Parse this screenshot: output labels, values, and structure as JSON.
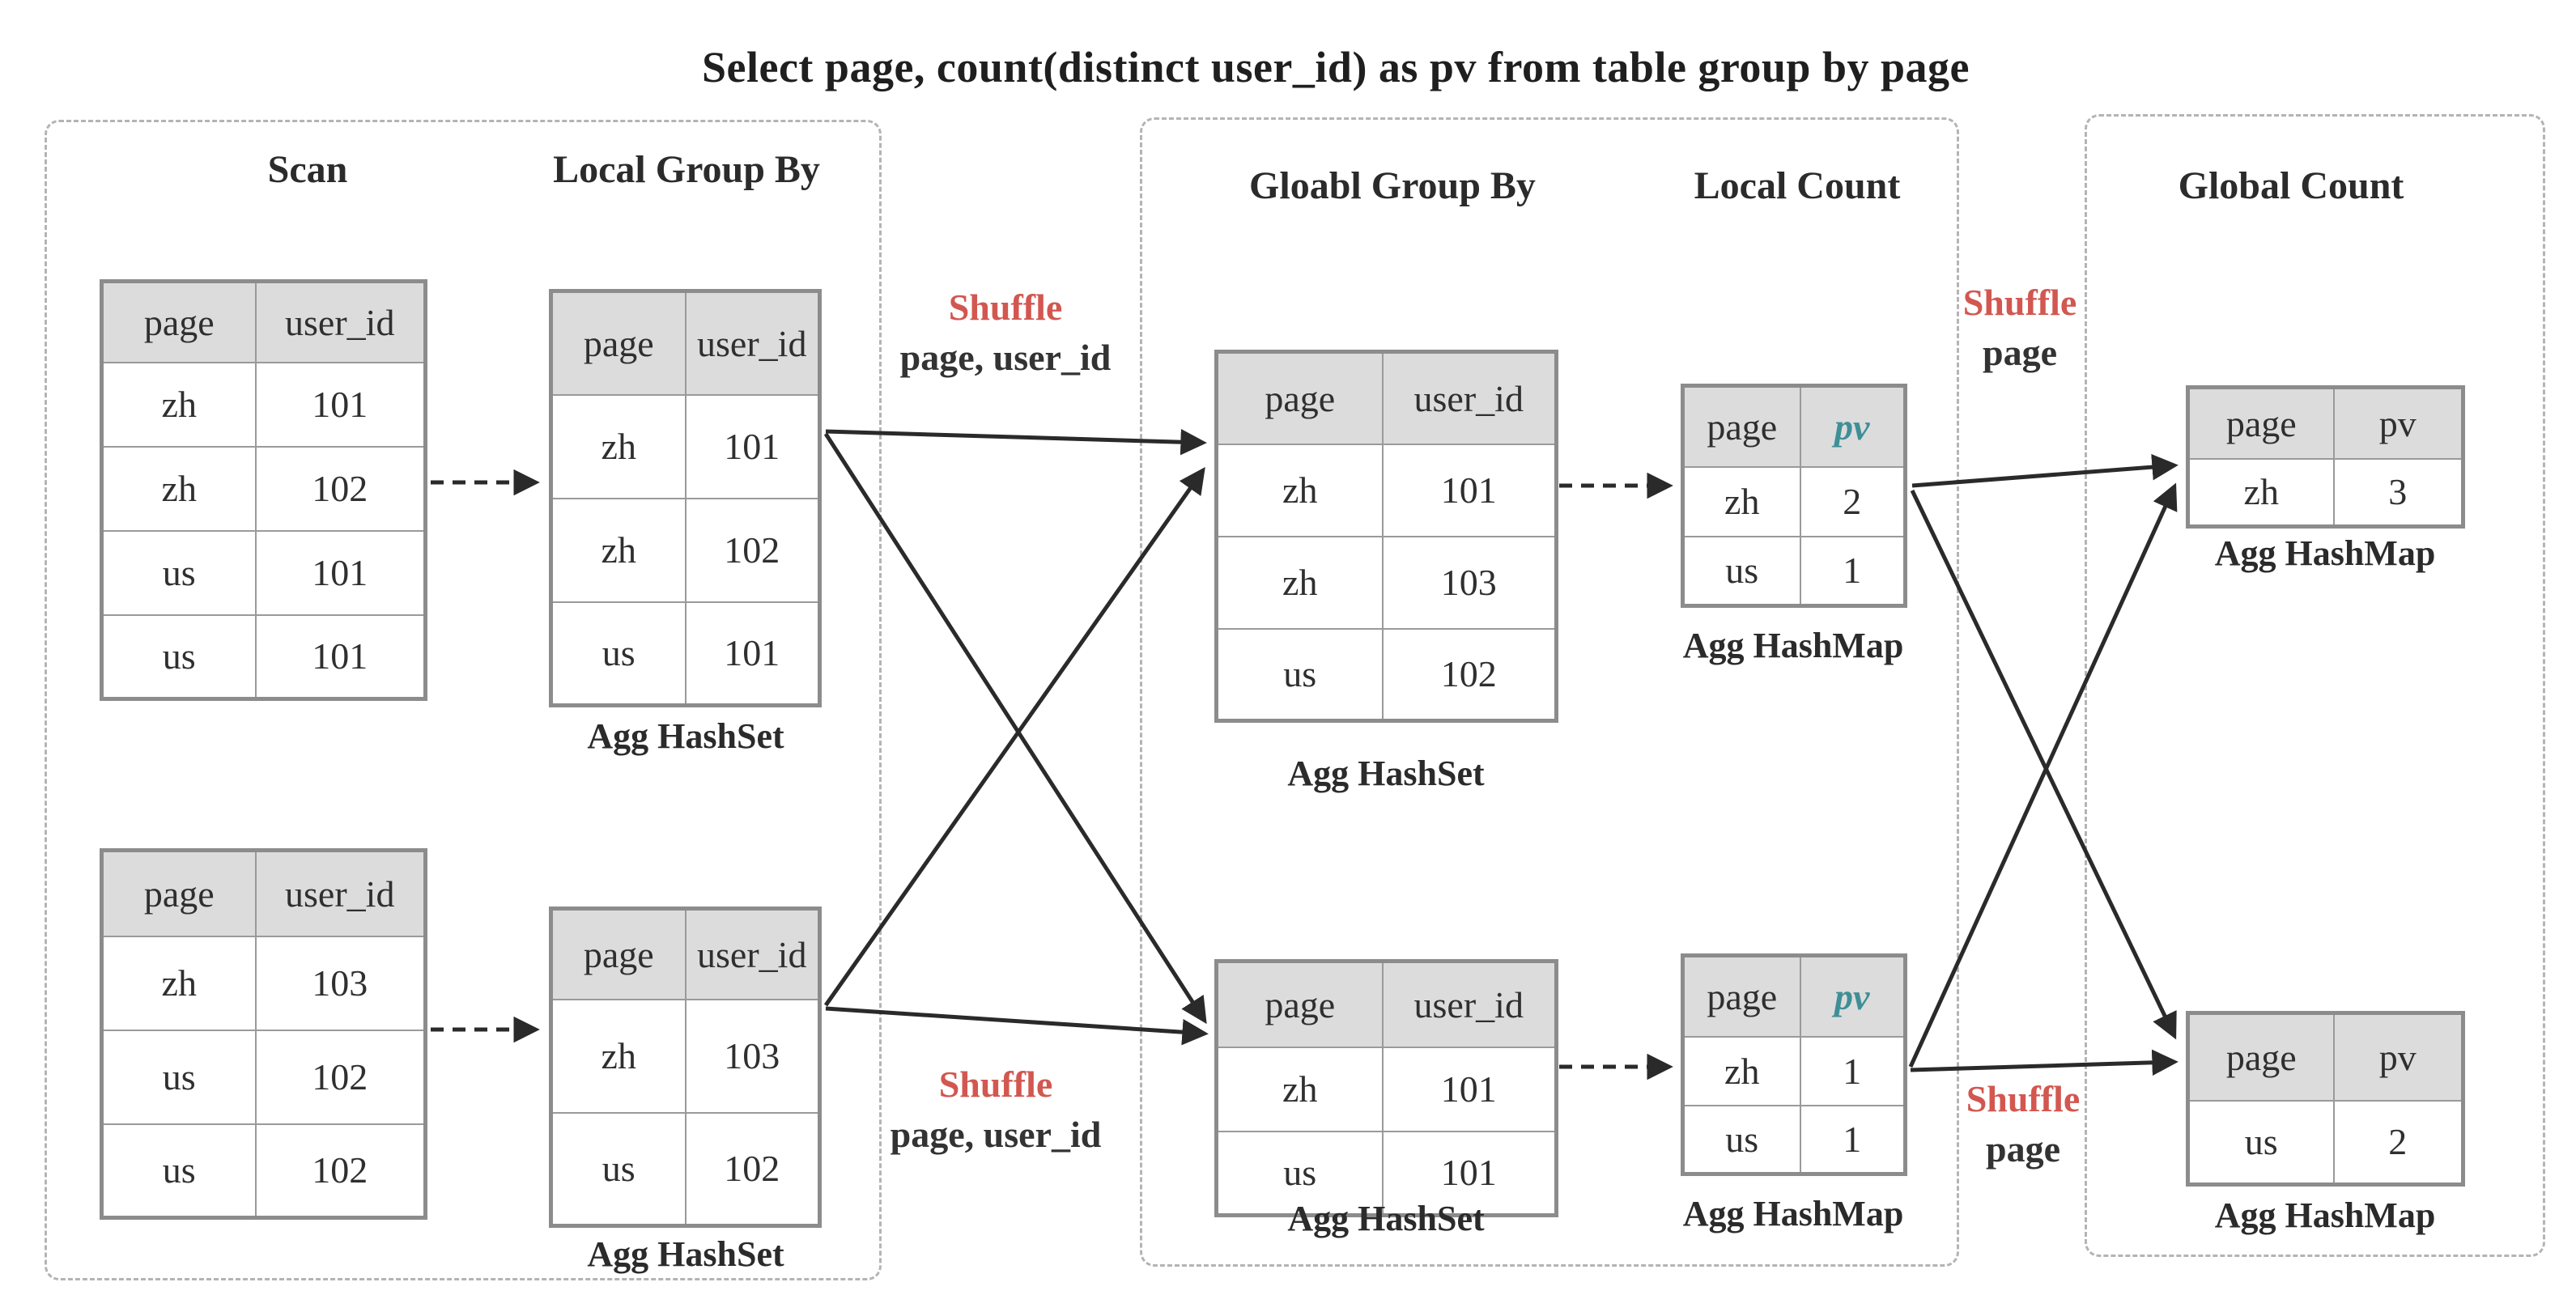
{
  "title": "Select page, count(distinct user_id) as pv from table group by page",
  "colors": {
    "shuffle_red": "#d25750",
    "pv_teal": "#3e8f96",
    "table_header_bg": "#dcdcdc",
    "table_border": "#8c8c8c",
    "dashed_box_border": "#b4b4b4",
    "text": "#2f2f2f"
  },
  "stage_headers": {
    "scan": "Scan",
    "local_group_by": "Local Group By",
    "global_group_by": "Gloabl Group By",
    "local_count": "Local Count",
    "global_count": "Global Count"
  },
  "tables": {
    "scan1": {
      "columns": [
        "page",
        "user_id"
      ],
      "rows": [
        [
          "zh",
          "101"
        ],
        [
          "zh",
          "102"
        ],
        [
          "us",
          "101"
        ],
        [
          "us",
          "101"
        ]
      ]
    },
    "local1": {
      "columns": [
        "page",
        "user_id"
      ],
      "rows": [
        [
          "zh",
          "101"
        ],
        [
          "zh",
          "102"
        ],
        [
          "us",
          "101"
        ]
      ],
      "caption": "Agg HashSet"
    },
    "scan2": {
      "columns": [
        "page",
        "user_id"
      ],
      "rows": [
        [
          "zh",
          "103"
        ],
        [
          "us",
          "102"
        ],
        [
          "us",
          "102"
        ]
      ]
    },
    "local2": {
      "columns": [
        "page",
        "user_id"
      ],
      "rows": [
        [
          "zh",
          "103"
        ],
        [
          "us",
          "102"
        ]
      ],
      "caption": "Agg HashSet"
    },
    "global1": {
      "columns": [
        "page",
        "user_id"
      ],
      "rows": [
        [
          "zh",
          "101"
        ],
        [
          "zh",
          "103"
        ],
        [
          "us",
          "102"
        ]
      ],
      "caption": "Agg HashSet"
    },
    "global2": {
      "columns": [
        "page",
        "user_id"
      ],
      "rows": [
        [
          "zh",
          "101"
        ],
        [
          "us",
          "101"
        ]
      ],
      "caption": "Agg HashSet"
    },
    "local_count1": {
      "columns": [
        "page",
        "pv"
      ],
      "rows": [
        [
          "zh",
          "2"
        ],
        [
          "us",
          "1"
        ]
      ],
      "caption": "Agg HashMap"
    },
    "local_count2": {
      "columns": [
        "page",
        "pv"
      ],
      "rows": [
        [
          "zh",
          "1"
        ],
        [
          "us",
          "1"
        ]
      ],
      "caption": "Agg HashMap"
    },
    "global_count1": {
      "columns": [
        "page",
        "pv"
      ],
      "rows": [
        [
          "zh",
          "3"
        ]
      ],
      "caption": "Agg HashMap"
    },
    "global_count2": {
      "columns": [
        "page",
        "pv"
      ],
      "rows": [
        [
          "us",
          "2"
        ]
      ],
      "caption": "Agg HashMap"
    }
  },
  "shuffles": {
    "mid_top": {
      "title": "Shuffle",
      "key": "page, user_id"
    },
    "mid_bottom": {
      "title": "Shuffle",
      "key": "page, user_id"
    },
    "right_top": {
      "title": "Shuffle",
      "key": "page"
    },
    "right_bottom": {
      "title": "Shuffle",
      "key": "page"
    }
  }
}
